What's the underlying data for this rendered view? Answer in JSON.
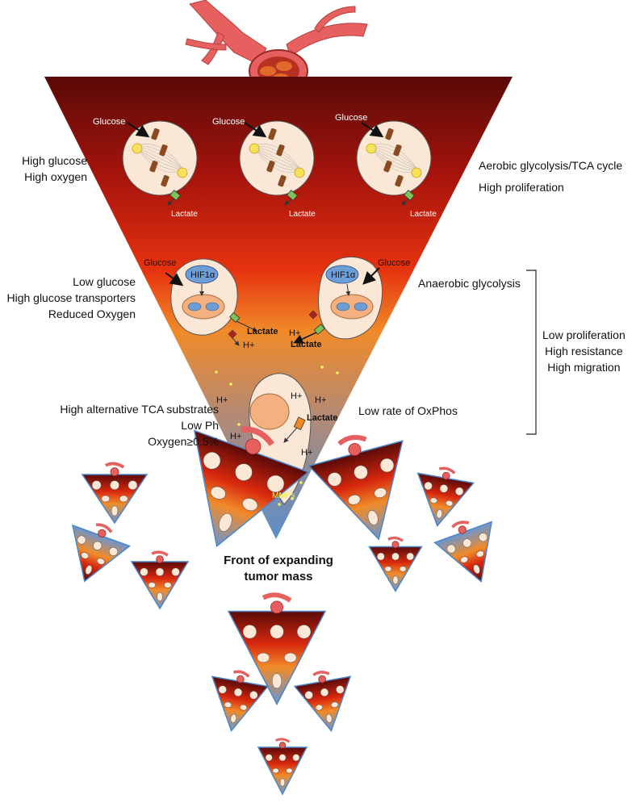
{
  "left_labels": {
    "top": [
      "High glucose",
      "High oxygen"
    ],
    "middle": [
      "Low glucose",
      "High glucose transporters",
      "Reduced Oxygen"
    ],
    "bottom": [
      "High alternative TCA substrates",
      "Low Ph",
      "Oxygen≥0.5%"
    ]
  },
  "right_labels": {
    "top": [
      "Aerobic glycolysis/TCA cycle",
      "High proliferation"
    ],
    "middle": "Anaerobic glycolysis",
    "bottom": "Low rate of OxPhos",
    "bracket": [
      "Low proliferation",
      "High resistance",
      "High migration"
    ]
  },
  "center_caption": [
    "Front of expanding",
    "tumor mass"
  ],
  "cell_labels": {
    "glucose": "Glucose",
    "lactate": "Lactate",
    "hif": "HIF1α",
    "proton": "H+",
    "mmps": "MMPs"
  },
  "colors": {
    "top": "#5a0a08",
    "upper": "#c51d0c",
    "mid": "#ef4a12",
    "orange": "#f08a28",
    "lower": "#b88a70",
    "bottom": "#5b8ec9",
    "vessel": "#e5605e",
    "cell": "#fbe7d6",
    "hif": "#6e9ed8",
    "nucleus": "#f4b07f",
    "dots": "#f2f25a"
  }
}
